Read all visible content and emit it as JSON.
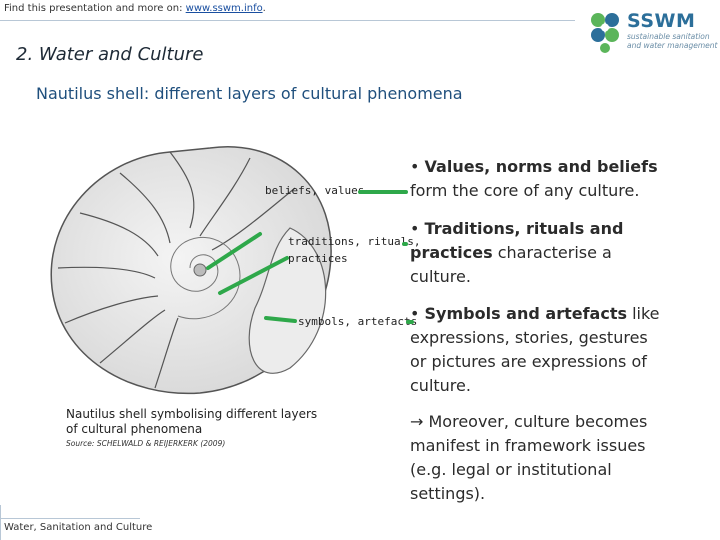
{
  "header": {
    "prefix": "Find this presentation and more on: ",
    "link": "www.sswm.info",
    "suffix": ".",
    "logo_name": "SSWM",
    "logo_sub_1": "sustainable sanitation",
    "logo_sub_2": "and water management"
  },
  "slide": {
    "section_title": "2. Water and Culture",
    "subtitle": "Nautilus shell: different layers of cultural phenomena"
  },
  "shell_labels": {
    "beliefs": "beliefs, values",
    "traditions_1": "traditions, rituals,",
    "traditions_2": "practices",
    "symbols": "symbols, artefacts"
  },
  "bullets": {
    "b1_bold": "Values, norms and beliefs",
    "b1_rest": "form the core of any culture.",
    "b2_bold_1": "Traditions, rituals and",
    "b2_bold_2": "practices",
    "b2_rest_1": " characterise a",
    "b2_rest_2": "culture.",
    "b3_bold": "Symbols and artefacts",
    "b3_rest_1": " like",
    "b3_rest_2": "expressions, stories, gestures",
    "b3_rest_3": "or pictures are expressions of",
    "b3_rest_4": "culture.",
    "moreover_1": "Moreover, culture becomes",
    "moreover_2": "manifest in framework issues",
    "moreover_3": "(e.g. legal or institutional",
    "moreover_4": "settings)."
  },
  "caption": {
    "line1": "Nautilus shell symbolising different layers",
    "line2": "of cultural phenomena",
    "source": "Source: SCHELWALD & REIJERKERK (2009)"
  },
  "footer": {
    "text": "Water, Sanitation and Culture"
  },
  "colors": {
    "accent": "#1f4f7d",
    "pointer_green": "#2ea84a",
    "logo_green": "#5bb55a",
    "logo_blue": "#2c6f9a"
  }
}
